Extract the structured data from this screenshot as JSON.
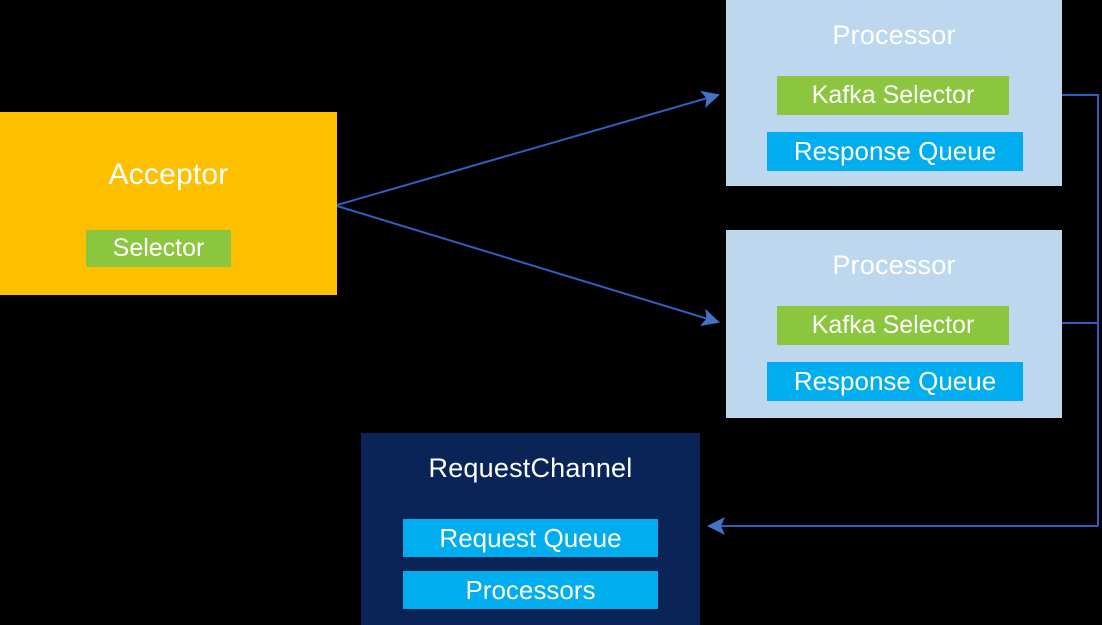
{
  "diagram": {
    "title": "Kafka network layer: Acceptor, Processors and RequestChannel",
    "background_color": "#000000",
    "colors": {
      "acceptor_fill": "#FFC000",
      "processor_fill": "#BDD7EE",
      "request_channel_fill": "#0A2458",
      "selector_green": "#8CC63F",
      "queue_cyan": "#00AEEF",
      "connector_blue": "#2E5FC0",
      "arrowhead_blue": "#4472C4",
      "text_white": "#FFFFFF"
    },
    "nodes": {
      "acceptor": {
        "title": "Acceptor",
        "chip": "Selector"
      },
      "processor_1": {
        "title": "Processor",
        "selector_chip": "Kafka Selector",
        "queue_chip": "Response Queue"
      },
      "processor_2": {
        "title": "Processor",
        "selector_chip": "Kafka Selector",
        "queue_chip": "Response Queue"
      },
      "request_channel": {
        "title": "RequestChannel",
        "request_queue_chip": "Request Queue",
        "processors_chip": "Processors"
      }
    },
    "connectors": [
      {
        "name": "acceptor-to-processor-1",
        "from": "Acceptor",
        "to": "Processor (top)",
        "style": "straight-arrow",
        "direction": "forward"
      },
      {
        "name": "acceptor-to-processor-2",
        "from": "Acceptor",
        "to": "Processor (bottom)",
        "style": "straight-arrow",
        "direction": "forward"
      },
      {
        "name": "processor-1-to-request-channel",
        "from": "Processor (top)",
        "to": "RequestChannel",
        "style": "elbow-arrow",
        "direction": "forward"
      },
      {
        "name": "processor-2-to-request-channel",
        "from": "Processor (bottom)",
        "to": "RequestChannel",
        "style": "elbow-arrow",
        "direction": "forward"
      }
    ]
  }
}
